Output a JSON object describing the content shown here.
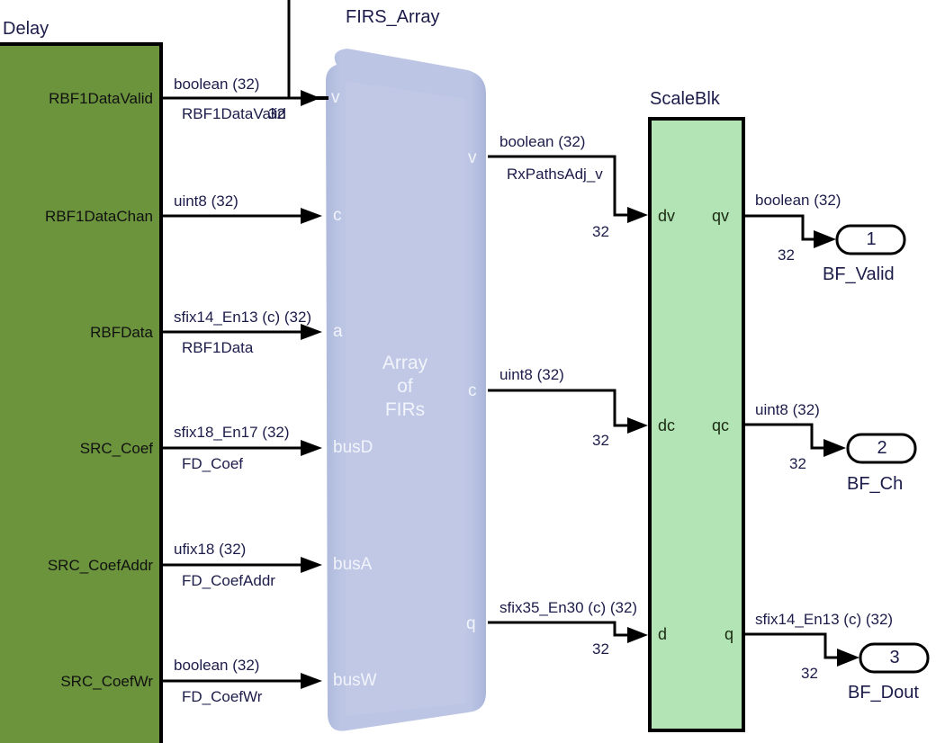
{
  "blocks": {
    "delay": {
      "title": "Delay",
      "ports": [
        "RBF1DataValid",
        "RBF1DataChan",
        "RBFData",
        "SRC_Coef",
        "SRC_CoefAddr",
        "SRC_CoefWr"
      ],
      "color": "#6b943c"
    },
    "firs_array": {
      "title": "FIRS_Array",
      "center_text": [
        "Array",
        "of",
        "FIRs"
      ],
      "in_ports": [
        "v",
        "c",
        "a",
        "busD",
        "busA",
        "busW"
      ],
      "out_ports": [
        "v",
        "c",
        "q"
      ],
      "color": "#b3bedf"
    },
    "scaleblk": {
      "title": "ScaleBlk",
      "in_ports": [
        "dv",
        "dc",
        "d"
      ],
      "out_ports": [
        "qv",
        "qc",
        "q"
      ],
      "color": "#b3e4b5"
    },
    "outports": [
      {
        "number": "1",
        "name": "BF_Valid"
      },
      {
        "number": "2",
        "name": "BF_Ch"
      },
      {
        "number": "3",
        "name": "BF_Dout"
      }
    ]
  },
  "signals": {
    "delay_to_fir": [
      {
        "type": "boolean (32)",
        "name": "RBF1DataValid",
        "dim": "32"
      },
      {
        "type": "uint8 (32)",
        "name": ""
      },
      {
        "type": "sfix14_En13 (c) (32)",
        "name": "RBF1Data"
      },
      {
        "type": "sfix18_En17 (32)",
        "name": "FD_Coef"
      },
      {
        "type": "ufix18 (32)",
        "name": "FD_CoefAddr"
      },
      {
        "type": "boolean (32)",
        "name": "FD_CoefWr"
      }
    ],
    "fir_to_scale": [
      {
        "type": "boolean (32)",
        "name": "RxPathsAdj_v",
        "dim": "32"
      },
      {
        "type": "uint8 (32)",
        "dim": "32"
      },
      {
        "type": "sfix35_En30 (c) (32)",
        "dim": "32"
      }
    ],
    "scale_to_out": [
      {
        "type": "boolean (32)",
        "dim": "32"
      },
      {
        "type": "uint8 (32)",
        "dim": "32"
      },
      {
        "type": "sfix14_En13 (c) (32)",
        "dim": "32"
      }
    ]
  }
}
